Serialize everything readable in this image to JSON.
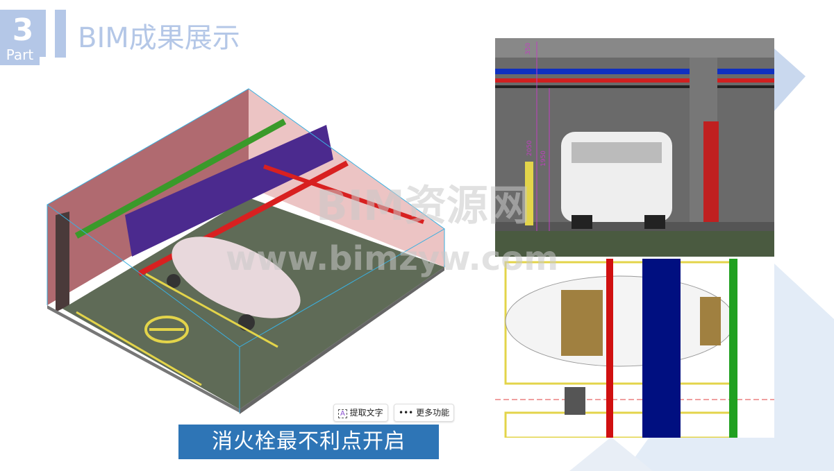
{
  "header": {
    "part_number": "3",
    "part_label": "Part",
    "title": "BIM成果展示"
  },
  "caption": "消火栓最不利点开启",
  "toolbar": {
    "extract_text": "提取文字",
    "more_functions": "更多功能"
  },
  "watermark": {
    "line1": "BIM资源网",
    "line2": "www.bimzyw.com"
  },
  "section_view": {
    "dim_top": "350",
    "dim_a": "2050",
    "dim_b": "1950"
  },
  "colors": {
    "accent": "#b4c7e7",
    "caption_bg": "#2e75b6"
  }
}
